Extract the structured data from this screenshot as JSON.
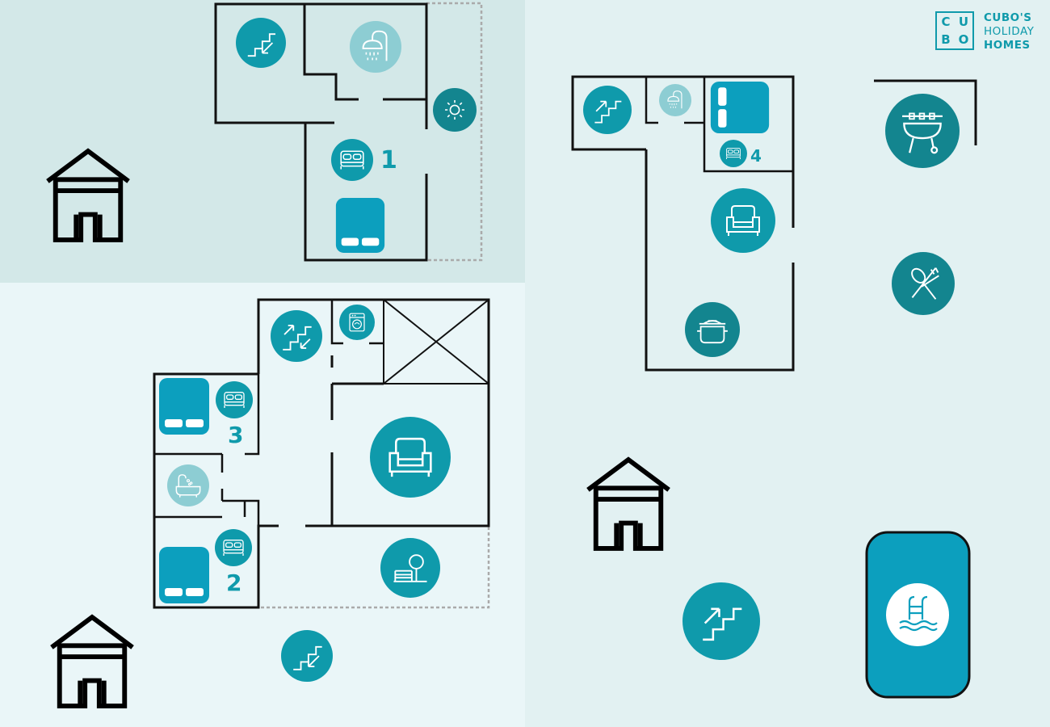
{
  "brand": {
    "logo_letters": [
      "C",
      "U",
      "B",
      "O"
    ],
    "line1": "CUBO'S",
    "line2": "HOLIDAY",
    "line3": "HOMES"
  },
  "colors": {
    "panel_top_left": "#d3e8e8",
    "panel_bottom_left": "#eaf6f8",
    "panel_right": "#e2f1f2",
    "teal": "#0f9aab",
    "teal_dark": "#13858f",
    "teal_light": "#8dcdd3",
    "bed_blue": "#0c9fbe",
    "wall": "#111111"
  },
  "room_labels": {
    "bedroom_1": "1",
    "bedroom_2": "2",
    "bedroom_3": "3",
    "bedroom_4": "4"
  },
  "icons": [
    "stairs-down-icon",
    "shower-icon",
    "sun-icon",
    "double-bed-icon",
    "bed-icon",
    "house-floor-icon",
    "stairs-up-down-icon",
    "washing-machine-icon",
    "sofa-icon",
    "bathtub-icon",
    "garden-bench-icon",
    "stairs-up-icon",
    "cooking-pot-icon",
    "barbecue-icon",
    "cutlery-icon",
    "pool-icon"
  ]
}
